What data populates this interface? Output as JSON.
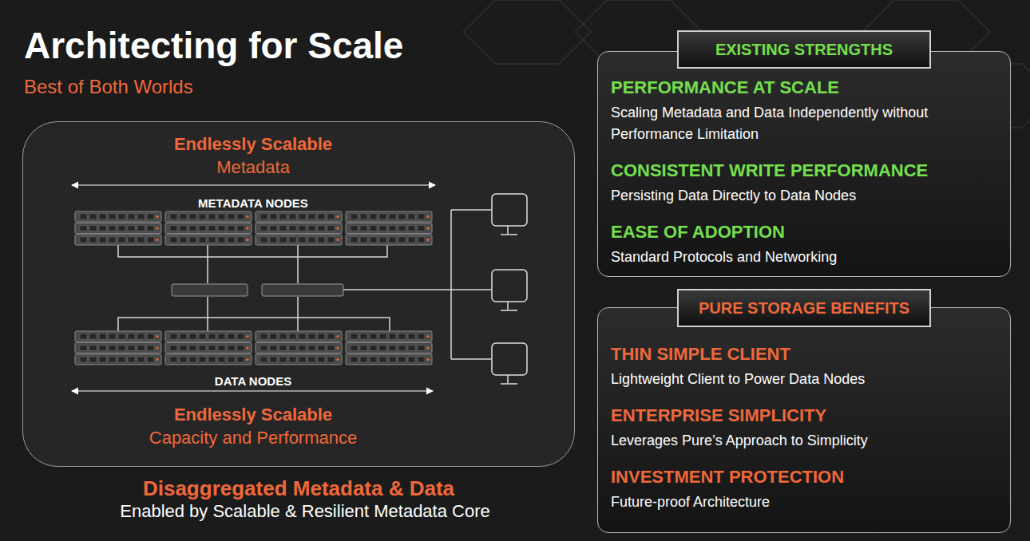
{
  "diagram": {
    "title": "Architecting for Scale",
    "nodes": [
      {
        "text": [
          "Endlessly Scalable",
          "Metadata",
          "METADATA NODES",
          "DATA NODES",
          "Endlessly Scalable",
          "Capacity and Performance"
        ]
      },
      {
        "text": [
          "EXISTING STRENGTHS"
        ]
      },
      {
        "text": [
          "PERFORMANCE AT SCALE",
          "Scaling Metadata and Data Independently without Performance Limitation",
          "CONSISTENT WRITE PERFORMANCE",
          "Persisting Data Directly to Data Nodes",
          "EASE OF ADOPTION",
          "Standard Protocols and Networking"
        ]
      },
      {
        "text": [
          "PURE STORAGE BENEFITS"
        ]
      },
      {
        "text": [
          "THIN SIMPLE CLIENT",
          "Lightweight Client to Power Data Nodes",
          "ENTERPRISE SIMPLICITY",
          "Leverages Pure’s Approach to Simplicity",
          "INVESTMENT PROTECTION",
          "Future-proof Architecture"
        ]
      }
    ],
    "labels": [
      "Best of Both Worlds",
      "Disaggregated Metadata & Data",
      "Enabled by Scalable & Resilient Metadata Core"
    ]
  }
}
